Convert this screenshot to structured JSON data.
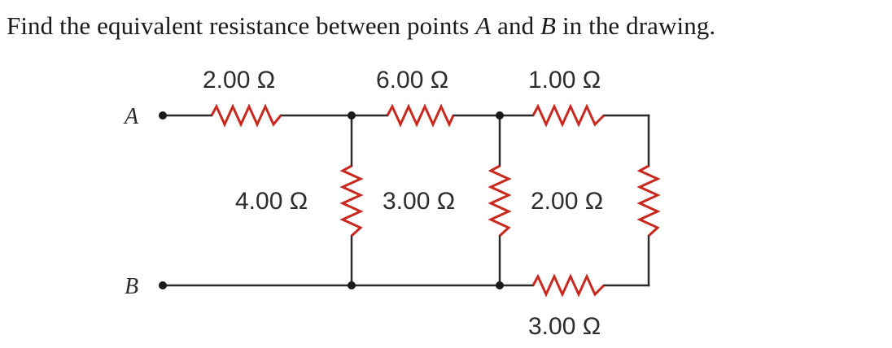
{
  "question": {
    "part1": "Find the equivalent resistance between points ",
    "pointA": "A",
    "part2": " and ",
    "pointB": "B",
    "part3": " in the drawing."
  },
  "terminals": {
    "a": "A",
    "b": "B"
  },
  "resistors": {
    "top_left": "2.00 Ω",
    "top_middle": "6.00 Ω",
    "top_right": "1.00 Ω",
    "vertical_left": "4.00 Ω",
    "vertical_middle": "3.00 Ω",
    "vertical_right": "2.00 Ω",
    "bottom_right": "3.00 Ω"
  },
  "colors": {
    "resistor": "#c8281e",
    "wire": "#2b2b2b"
  }
}
